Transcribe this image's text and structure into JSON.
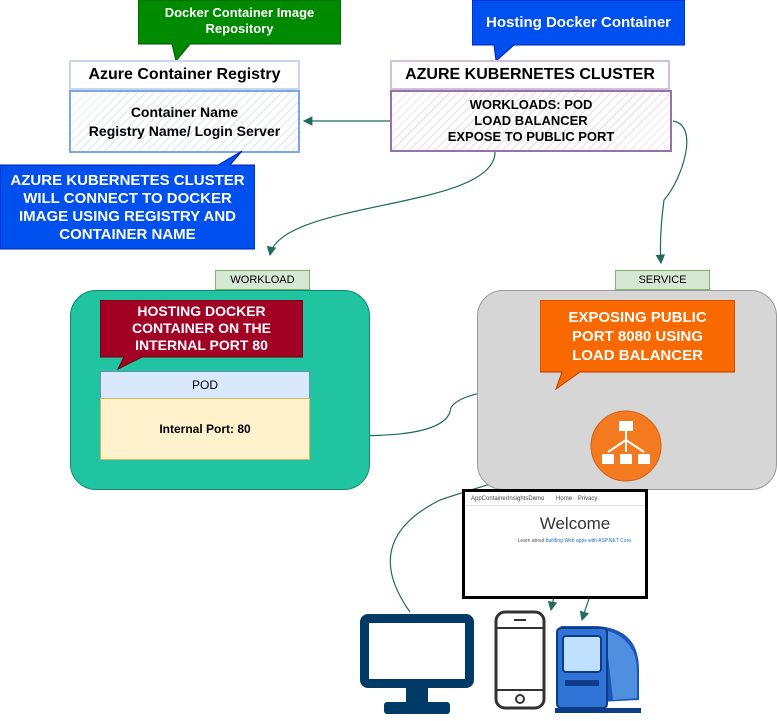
{
  "callouts": {
    "repo_line1": "Docker Container Image",
    "repo_line2": "Repository",
    "hosting": "Hosting Docker Container",
    "aks_connect_line1": "AZURE KUBERNETES CLUSTER",
    "aks_connect_line2": "WILL CONNECT TO DOCKER",
    "aks_connect_line3": "IMAGE USING REGISTRY AND",
    "aks_connect_line4": "CONTAINER NAME",
    "internal_line1": "HOSTING DOCKER",
    "internal_line2": "CONTAINER ON THE",
    "internal_line3": "INTERNAL PORT 80",
    "public_line1": "EXPOSING PUBLIC",
    "public_line2": "PORT 8080 USING",
    "public_line3": "LOAD BALANCER"
  },
  "registry": {
    "title": "Azure Container Registry",
    "line1": "Container Name",
    "line2": "Registry Name/ Login Server"
  },
  "cluster": {
    "title": "AZURE KUBERNETES CLUSTER",
    "line1": "WORKLOADS: POD",
    "line2": "LOAD BALANCER",
    "line3": "EXPOSE TO PUBLIC PORT"
  },
  "workload": {
    "tag": "WORKLOAD",
    "pod_header": "POD",
    "pod_body": "Internal Port: 80"
  },
  "service": {
    "tag": "SERVICE"
  },
  "browser": {
    "app_name": "AppContainerInsightsDemo",
    "nav_home": "Home",
    "nav_privacy": "Privacy",
    "heading": "Welcome",
    "text_prefix": "Learn about ",
    "link_text": "building Web apps with ASP.NET Core",
    "text_suffix": "."
  },
  "icons": [
    "load-balancer-icon",
    "desktop-monitor-icon",
    "mobile-phone-icon",
    "retro-computer-icon"
  ],
  "colors": {
    "arrow": "#1f6b5e",
    "workload_fill": "#20c4a0",
    "service_fill": "#d6d6d6",
    "device_blue": "#003a66",
    "lb_orange": "#f47a20"
  }
}
